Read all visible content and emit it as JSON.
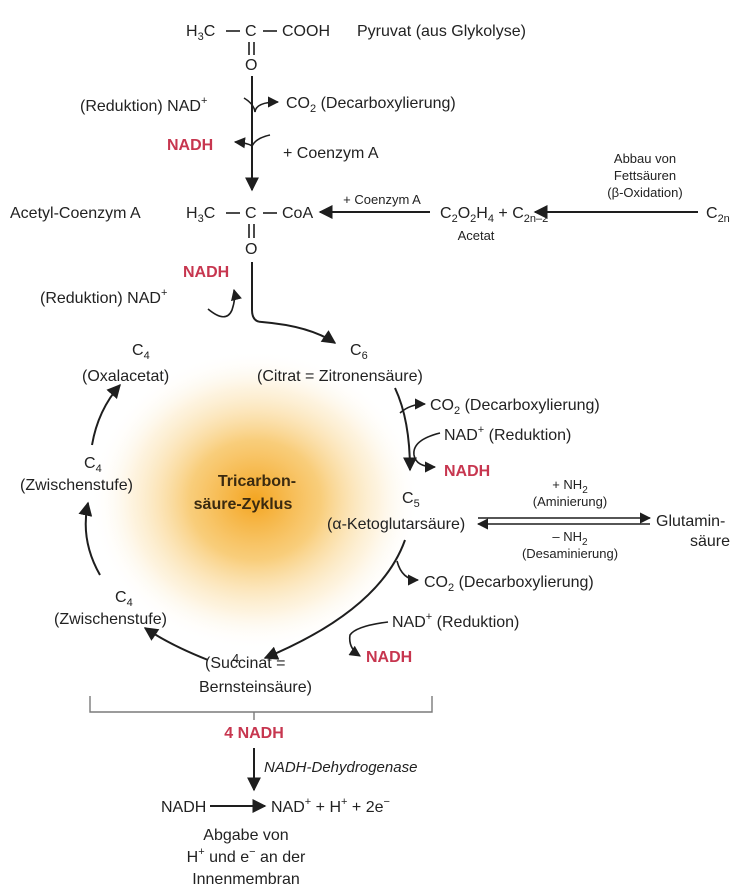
{
  "colors": {
    "nadh": "#c7364f",
    "text": "#1e1e1e",
    "cycle_glow": "#f4a521"
  },
  "pyruvat": {
    "h3c": "H",
    "h3c_sub": "3",
    "h3c_c": "C",
    "c": "C",
    "cooh": "COOH",
    "o": "O",
    "label": "Pyruvat (aus Glykolyse)"
  },
  "step1": {
    "nad_left": "(Reduktion) NAD",
    "nad_sup": "+",
    "co2_co": "CO",
    "co2_sub": "2",
    "co2_rest": " (Decarboxylierung)",
    "nadh": "NADH",
    "coenzym": "+ Coenzym A"
  },
  "acetyl": {
    "label": "Acetyl-Coenzym A",
    "h3c": "H",
    "h3c_sub": "3",
    "h3c_c": "C",
    "c": "C",
    "coa": "CoA",
    "o": "O"
  },
  "fatty": {
    "abbau_1": "Abbau von",
    "abbau_2": "Fettsäuren",
    "abbau_3": "(β-Oxidation)",
    "c2n": "C",
    "c2n_sub": "2n",
    "acetat_c": "C",
    "acetat_s1": "2",
    "acetat_o": "O",
    "acetat_s2": "2",
    "acetat_h": "H",
    "acetat_s3": "4",
    "acetat_plus": " + C",
    "acetat_s4": "2n–2",
    "acetat_label": "Acetat",
    "coenzym": "+ Coenzym A"
  },
  "entry": {
    "nadh": "NADH",
    "nad": "(Reduktion) NAD",
    "nad_sup": "+"
  },
  "cycle": {
    "title_1": "Tricarbon-",
    "title_2": "säure-Zyklus",
    "c6": "C",
    "c6_sub": "6",
    "c6_label": "(Citrat = Zitronensäure)",
    "c4_top": "C",
    "c4_top_sub": "4",
    "c4_top_label": "(Oxalacetat)",
    "c4_mid": "C",
    "c4_mid_sub": "4",
    "c4_mid_label": "(Zwischenstufe)",
    "c4_low": "C",
    "c4_low_sub": "4",
    "c4_low_label": "(Zwischenstufe)",
    "succ_sup": "4",
    "succ_1": "(Succinat =",
    "succ_2": "Bernsteinsäure)",
    "c5": "C",
    "c5_sub": "5",
    "c5_label": "(α-Ketoglutarsäure)"
  },
  "step2": {
    "co2_co": "CO",
    "co2_sub": "2",
    "co2_rest": " (Decarboxylierung)",
    "nad": "NAD",
    "nad_sup": "+",
    "nad_rest": " (Reduktion)",
    "nadh": "NADH"
  },
  "step3": {
    "co2_co": "CO",
    "co2_sub": "2",
    "co2_rest": " (Decarboxylierung)",
    "nad": "NAD",
    "nad_sup": "+",
    "nad_rest": " (Reduktion)",
    "nadh": "NADH"
  },
  "glutamin": {
    "plus_nh": "+ NH",
    "plus_sub": "2",
    "amin": "(Aminierung)",
    "minus_nh": "– NH",
    "minus_sub": "2",
    "desamin": "(Desaminierung)",
    "label_1": "Glutamin-",
    "label_2": "säure"
  },
  "bottom": {
    "total": "4 NADH",
    "enzyme": "NADH-Dehydrogenase",
    "reac_left": "NADH",
    "reac_nad": "NAD",
    "reac_nad_sup": "+",
    "reac_h": " + H",
    "reac_h_sup": "+",
    "reac_e": " + 2e",
    "reac_e_sup": "−",
    "abgabe_1": "Abgabe von",
    "abgabe_2a": "H",
    "abgabe_2sup": "+",
    "abgabe_2b": " und e",
    "abgabe_2sup2": "−",
    "abgabe_2c": " an der",
    "abgabe_3": "Innenmembran"
  }
}
